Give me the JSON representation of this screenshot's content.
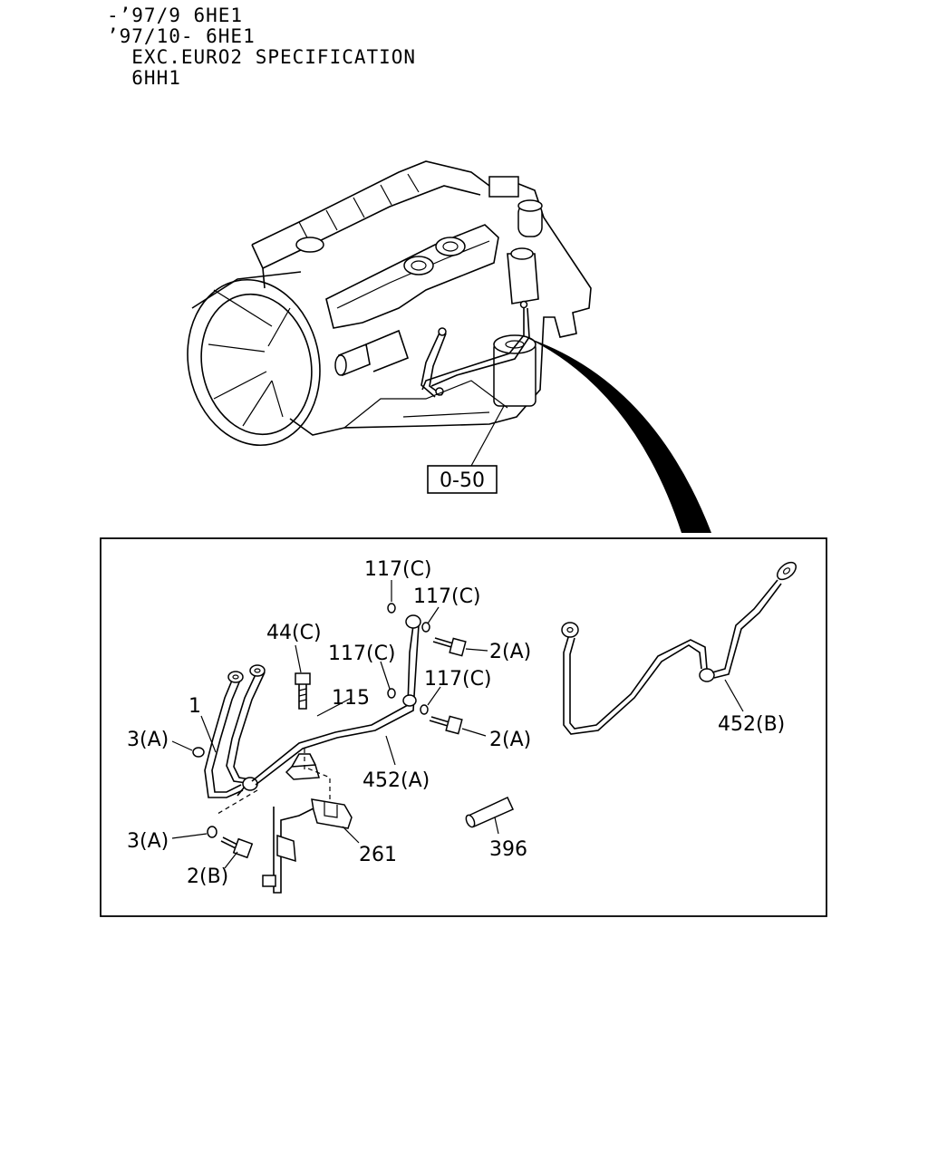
{
  "header": {
    "line1": "-’97/9 6HE1",
    "line2": "’97/10- 6HE1",
    "line3": "  EXC.EURO2 SPECIFICATION",
    "line4": "  6HH1"
  },
  "callouts": {
    "ref_box": "0-50",
    "p117c_1": "117(C)",
    "p117c_2": "117(C)",
    "p117c_3": "117(C)",
    "p117c_4": "117(C)",
    "p44c": "44(C)",
    "p2a_1": "2(A)",
    "p2a_2": "2(A)",
    "p115": "115",
    "p1": "1",
    "p3a_1": "3(A)",
    "p3a_2": "3(A)",
    "p452a": "452(A)",
    "p452b": "452(B)",
    "p261": "261",
    "p396": "396",
    "p2b": "2(B)"
  }
}
